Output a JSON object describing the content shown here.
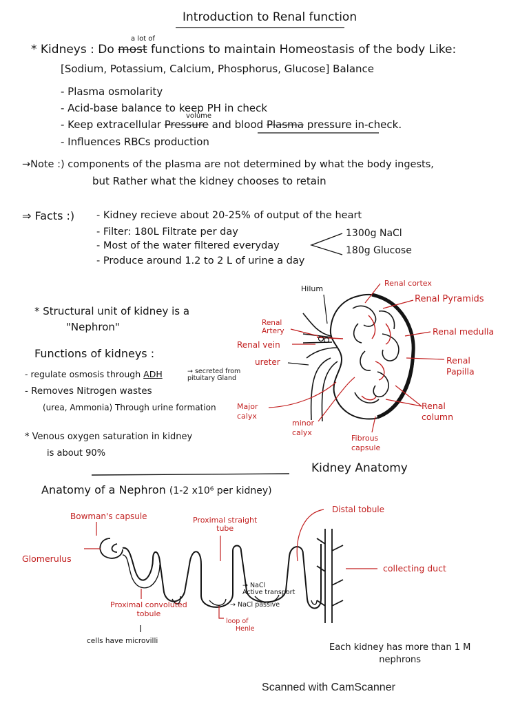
{
  "page_title": "Introduction to Renal function",
  "kidneys": {
    "lead": "* Kidneys : Do",
    "struck_word": "most",
    "inserted_word": "a lot of",
    "rest": "functions to maintain Homeostasis of the body Like:",
    "balance_list": "[Sodium, Potassium, Calcium, Phosphorus, Glucose] Balance",
    "bullets": [
      "- Plasma osmolarity",
      "- Acid-base balance to keep PH in check",
      "- Influences RBCs production"
    ],
    "pressure_line": {
      "prefix": "- Keep extracellular",
      "struck": "Pressure",
      "inserted": "volume",
      "mid": "and",
      "blood": "blood",
      "struck2": "Plasma",
      "suffix": "pressure in-check."
    }
  },
  "note": {
    "line1": "→Note :) components of the plasma are not determined by what the body ingests,",
    "line2": "but Rather what the kidney chooses to retain"
  },
  "facts": {
    "label": "⇒ Facts :)",
    "items": [
      "- Kidney recieve about 20-25% of output of the heart",
      "- Filter: 180L Filtrate per day",
      "- Most of the water filtered everyday",
      "- Produce around 1.2 to 2 L of urine a day"
    ],
    "bracket_items": [
      "1300g NaCl",
      "180g Glucose"
    ]
  },
  "structural": {
    "line1": "* Structural unit of kidney is a",
    "line2": "\"Nephron\""
  },
  "functions": {
    "heading": "Functions of kidneys :",
    "items": [
      "- regulate osmosis through",
      "- Removes Nitrogen wastes",
      "(urea, Ammonia) Through urine formation"
    ],
    "adh": "ADH",
    "adh_note": "→ secreted from pituitary Gland"
  },
  "venous": {
    "line1": "* Venous oxygen saturation in kidney",
    "line2": "is about 90%"
  },
  "kidney_labels": {
    "hilum": "Hilum",
    "renal_cortex": "Renal cortex",
    "renal_pyramids": "Renal Pyramids",
    "renal_medulla": "Renal medulla",
    "renal_papilla": "Renal Papilla",
    "renal_column": "Renal column",
    "fibrous_capsule": "Fibrous capsule",
    "minor_calyx": "minor calyx",
    "major_calyx": "Major calyx",
    "ureter": "ureter",
    "renal_vein": "Renal vein",
    "renal_artery": "Renal Artery",
    "caption": "Kidney Anatomy"
  },
  "nephron": {
    "heading": "Anatomy of a Nephron",
    "count": "(1-2 x10⁶ per kidney)",
    "labels": {
      "bowmans": "Bowman's capsule",
      "glomerulus": "Glomerulus",
      "pst_line1": "Proximal straight",
      "pst_line2": "tube",
      "distal": "Distal tobule",
      "collecting": "collecting duct",
      "pct_line1": "Proximal convoluted",
      "pct_line2": "tobule",
      "microvilli": "cells have microvilli",
      "nacl_active_1": "→ NaCl",
      "nacl_active_2": "Active transport",
      "nacl_passive": "→ NaCl passive",
      "loop_1": "loop of",
      "loop_2": "Henle"
    },
    "each_kidney_1": "Each kidney has more than 1 M",
    "each_kidney_2": "nephrons"
  },
  "footer": "Scanned with CamScanner",
  "colors": {
    "ink": "#141414",
    "red_ink": "#c21f1f"
  }
}
